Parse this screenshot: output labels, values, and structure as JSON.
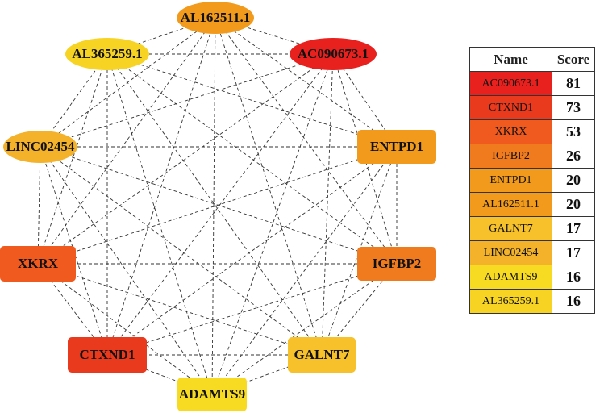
{
  "network": {
    "nodes": [
      {
        "id": "n1",
        "label": "AL162511.1",
        "shape": "ellipse",
        "color": "#F29A1C"
      },
      {
        "id": "n2",
        "label": "AC090673.1",
        "shape": "ellipse",
        "color": "#E8201E"
      },
      {
        "id": "n3",
        "label": "ENTPD1",
        "shape": "rect",
        "color": "#F29A1C"
      },
      {
        "id": "n4",
        "label": "IGFBP2",
        "shape": "rect",
        "color": "#F07A1E"
      },
      {
        "id": "n5",
        "label": "GALNT7",
        "shape": "rect",
        "color": "#F6C12A"
      },
      {
        "id": "n6",
        "label": "ADAMTS9",
        "shape": "rect",
        "color": "#F7DA22"
      },
      {
        "id": "n7",
        "label": "CTXND1",
        "shape": "rect",
        "color": "#EA3A1E"
      },
      {
        "id": "n8",
        "label": "XKRX",
        "shape": "rect",
        "color": "#F05A1E"
      },
      {
        "id": "n9",
        "label": "LINC02454",
        "shape": "ellipse",
        "color": "#F3B22A"
      },
      {
        "id": "n10",
        "label": "AL365259.1",
        "shape": "ellipse",
        "color": "#F7D424"
      }
    ]
  },
  "table": {
    "header_name": "Name",
    "header_score": "Score",
    "rows": [
      {
        "name": "AC090673.1",
        "score": "81",
        "color": "#E8201E"
      },
      {
        "name": "CTXND1",
        "score": "73",
        "color": "#EA3A1E"
      },
      {
        "name": "XKRX",
        "score": "53",
        "color": "#F05A1E"
      },
      {
        "name": "IGFBP2",
        "score": "26",
        "color": "#F07A1E"
      },
      {
        "name": "ENTPD1",
        "score": "20",
        "color": "#F29A1C"
      },
      {
        "name": "AL162511.1",
        "score": "20",
        "color": "#F29A1C"
      },
      {
        "name": "GALNT7",
        "score": "17",
        "color": "#F6C12A"
      },
      {
        "name": "LINC02454",
        "score": "17",
        "color": "#F3B22A"
      },
      {
        "name": "ADAMTS9",
        "score": "16",
        "color": "#F7DA22"
      },
      {
        "name": "AL365259.1",
        "score": "16",
        "color": "#F7D424"
      }
    ]
  }
}
